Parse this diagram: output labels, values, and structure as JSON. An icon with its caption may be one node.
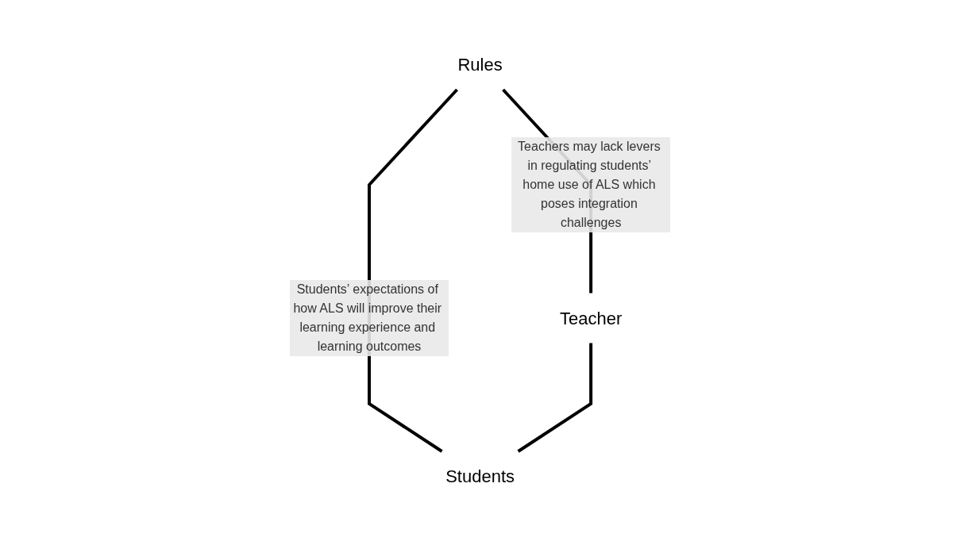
{
  "diagram": {
    "nodes": [
      {
        "text": [
          "Rules"
        ]
      },
      {
        "text": [
          "Teacher"
        ]
      },
      {
        "text": [
          "Students"
        ]
      }
    ],
    "edges": [
      {
        "from": 0,
        "to": 1,
        "arrow": "none",
        "label": "Teachers may lack levers in regulating students’ home use of ALS which poses integration challenges"
      },
      {
        "from": 0,
        "to": 2,
        "arrow": "none",
        "label": "Students’ expectations of how ALS will improve their learning experience and learning outcomes"
      },
      {
        "from": 1,
        "to": 2,
        "arrow": "none"
      }
    ]
  }
}
